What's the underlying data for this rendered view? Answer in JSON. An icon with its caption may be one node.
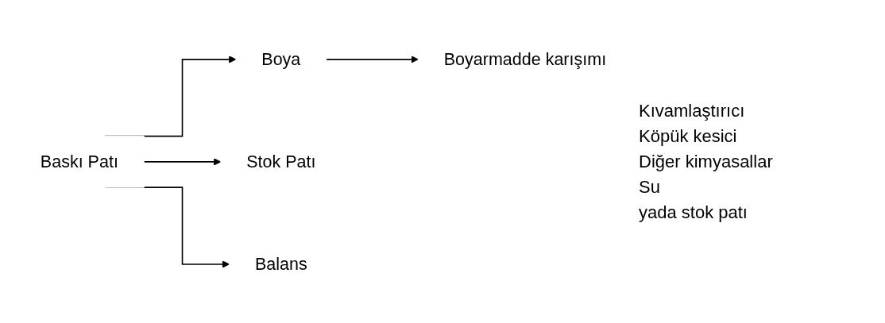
{
  "diagram": {
    "nodes": [
      {
        "text": [
          "Baskı Patı"
        ]
      },
      {
        "text": [
          "Boya"
        ]
      },
      {
        "text": [
          "Stok Patı"
        ]
      },
      {
        "text": [
          "Balans"
        ]
      },
      {
        "text": [
          "Boyarmadde karışımı"
        ]
      }
    ],
    "edges": [
      {
        "from": 0,
        "to": 1,
        "arrow": "to"
      },
      {
        "from": 0,
        "to": 2,
        "arrow": "to"
      },
      {
        "from": 0,
        "to": 3,
        "arrow": "to"
      },
      {
        "from": 1,
        "to": 4,
        "arrow": "to"
      }
    ],
    "labels": [
      "Kıvamlaştırıcı",
      "Köpük kesici",
      "Diğer kimyasallar",
      "Su",
      "yada stok patı"
    ]
  }
}
